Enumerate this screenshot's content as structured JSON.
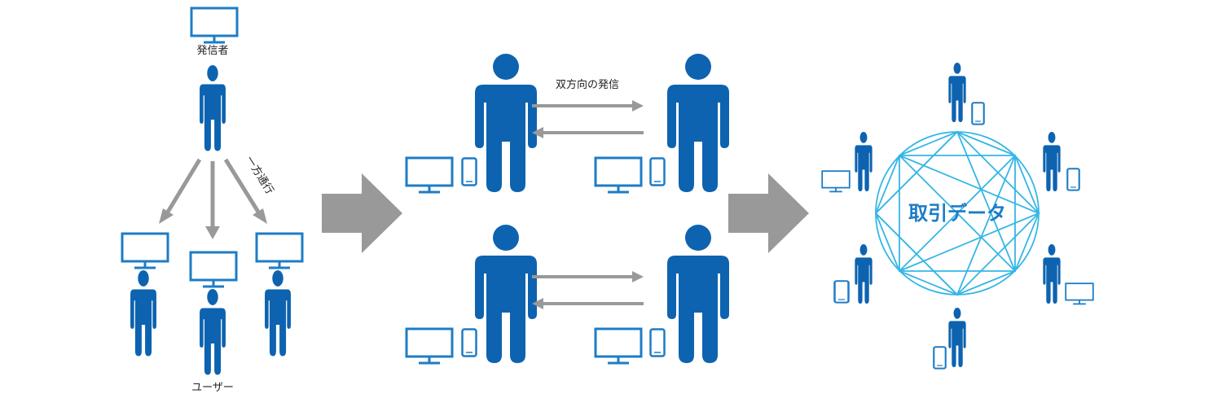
{
  "colors": {
    "person": "#0d63b0",
    "device_stroke": "#1d7cc6",
    "arrow": "#999999",
    "network": "#35b6e6"
  },
  "icons": [
    "monitor-icon",
    "smartphone-icon",
    "person-icon",
    "big-right-arrow-icon",
    "network-octagram-icon"
  ],
  "left_panel": {
    "sender_label": "発信者",
    "direction_label": "一方通行",
    "users_label": "ユーザー"
  },
  "middle_panel": {
    "bidirectional_label": "双方向の発信"
  },
  "right_panel": {
    "center_label": "取引データ"
  }
}
